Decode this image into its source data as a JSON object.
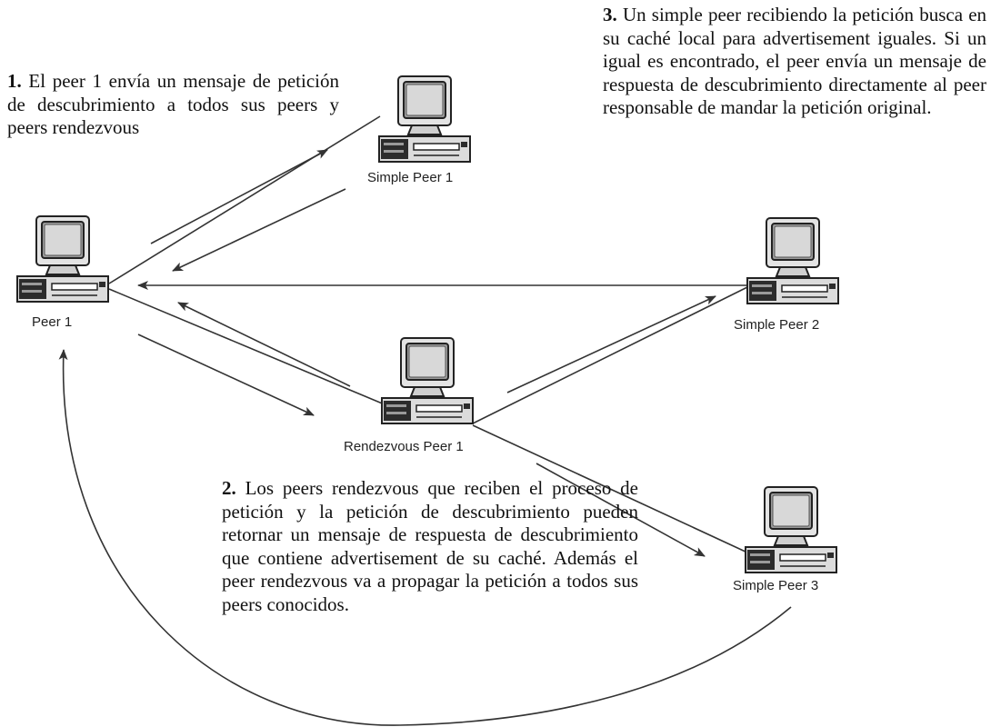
{
  "nodes": {
    "peer1": "Peer 1",
    "simple_peer_1": "Simple Peer 1",
    "simple_peer_2": "Simple Peer 2",
    "simple_peer_3": "Simple Peer 3",
    "rendezvous_peer_1": "Rendezvous Peer 1"
  },
  "notes": {
    "step1": {
      "number": "1.",
      "text": "El peer 1 envía un mensaje de petición de descubrimiento a todos sus peers y peers rendezvous"
    },
    "step2": {
      "number": "2.",
      "text": "Los peers rendezvous que reciben el proceso de petición y la petición de descubrimiento pueden retornar un mensaje de respuesta de descubrimiento que contiene advertisement de su caché. Además el peer rendezvous va a propagar la petición a todos sus peers conocidos."
    },
    "step3": {
      "number": "3.",
      "text": "Un simple peer recibiendo la petición busca en su caché local para advertisement iguales. Si un igual es encontrado, el peer envía un mensaje de respuesta de descubrimiento directamente al peer responsable de mandar la petición original."
    }
  }
}
